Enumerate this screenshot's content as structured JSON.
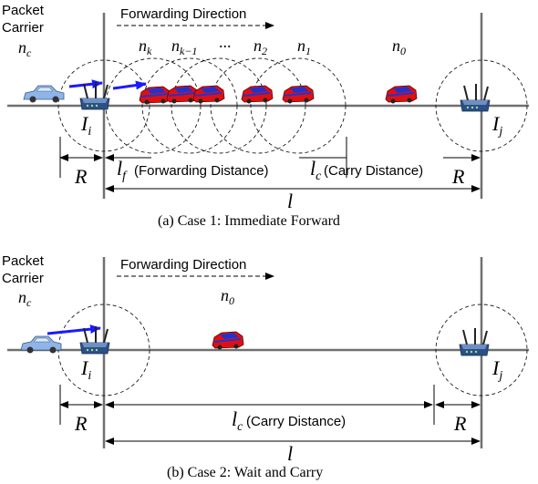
{
  "panel_a": {
    "packet_carrier_line1": "Packet",
    "packet_carrier_line2": "Carrier",
    "forwarding_direction": "Forwarding Direction",
    "n_c": "n",
    "n_c_sub": "c",
    "n_k": "n",
    "n_k_sub": "k",
    "n_k1": "n",
    "n_k1_sub": "k−1",
    "dots": "...",
    "n_2": "n",
    "n_2_sub": "2",
    "n_1": "n",
    "n_1_sub": "1",
    "n_0": "n",
    "n_0_sub": "0",
    "I_i": "I",
    "I_i_sub": "i",
    "I_j": "I",
    "I_j_sub": "j",
    "R_left": "R",
    "R_right": "R",
    "l_f": "l",
    "l_f_sub": "f",
    "l_f_desc": "(Forwarding Distance)",
    "l_c": "l",
    "l_c_sub": "c",
    "l_c_desc": "(Carry Distance)",
    "l": "l",
    "caption": "(a) Case 1: Immediate Forward"
  },
  "panel_b": {
    "packet_carrier_line1": "Packet",
    "packet_carrier_line2": "Carrier",
    "forwarding_direction": "Forwarding Direction",
    "n_c": "n",
    "n_c_sub": "c",
    "n_0": "n",
    "n_0_sub": "0",
    "I_i": "I",
    "I_i_sub": "i",
    "I_j": "I",
    "I_j_sub": "j",
    "R_left": "R",
    "R_right": "R",
    "l_c": "l",
    "l_c_sub": "c",
    "l_c_desc": " (Carry Distance)",
    "l": "l",
    "caption": "(b) Case 2: Wait and Carry"
  },
  "colors": {
    "road": "#707070",
    "arrow_blue": "#1a1aff",
    "car_red": "#e01010",
    "car_blue_stripe": "#2233cc",
    "carrier_car": "#8fb4e8"
  }
}
